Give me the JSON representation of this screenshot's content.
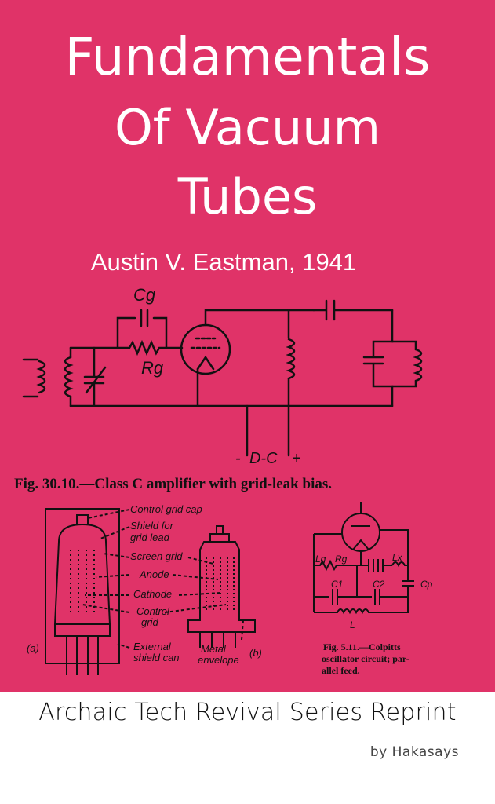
{
  "cover": {
    "title_line1": "Fundamentals",
    "title_line2": "Of Vacuum",
    "title_line3": "Tubes",
    "author": "Austin V. Eastman, 1941",
    "background": "#e03368"
  },
  "figure1": {
    "label_cg": "Cg",
    "label_rg": "Rg",
    "label_minus": "-",
    "label_dc": "D-C",
    "label_plus": "+",
    "caption": "Fig. 30.10.—Class C amplifier with grid-leak bias."
  },
  "figure2": {
    "labels": [
      "Control grid cap",
      "Shield for",
      "grid lead",
      "Screen grid",
      "Anode",
      "Cathode",
      "Control",
      "grid",
      "External",
      "shield can",
      "Metal",
      "envelope"
    ],
    "label_a": "(a)",
    "label_b": "(b)"
  },
  "figure3": {
    "label_lg": "Lg",
    "label_rg": "Rg",
    "label_lx": "Lx",
    "label_c1": "C1",
    "label_c2": "C2",
    "label_cp": "Cp",
    "label_l": "L",
    "caption_line1": "Fig. 5.11.—Colpitts",
    "caption_line2": "oscillator circuit; par-",
    "caption_line3": "allel feed."
  },
  "footer": {
    "series": "Archaic Tech Revival Series Reprint",
    "byline": "by Hakasays"
  }
}
